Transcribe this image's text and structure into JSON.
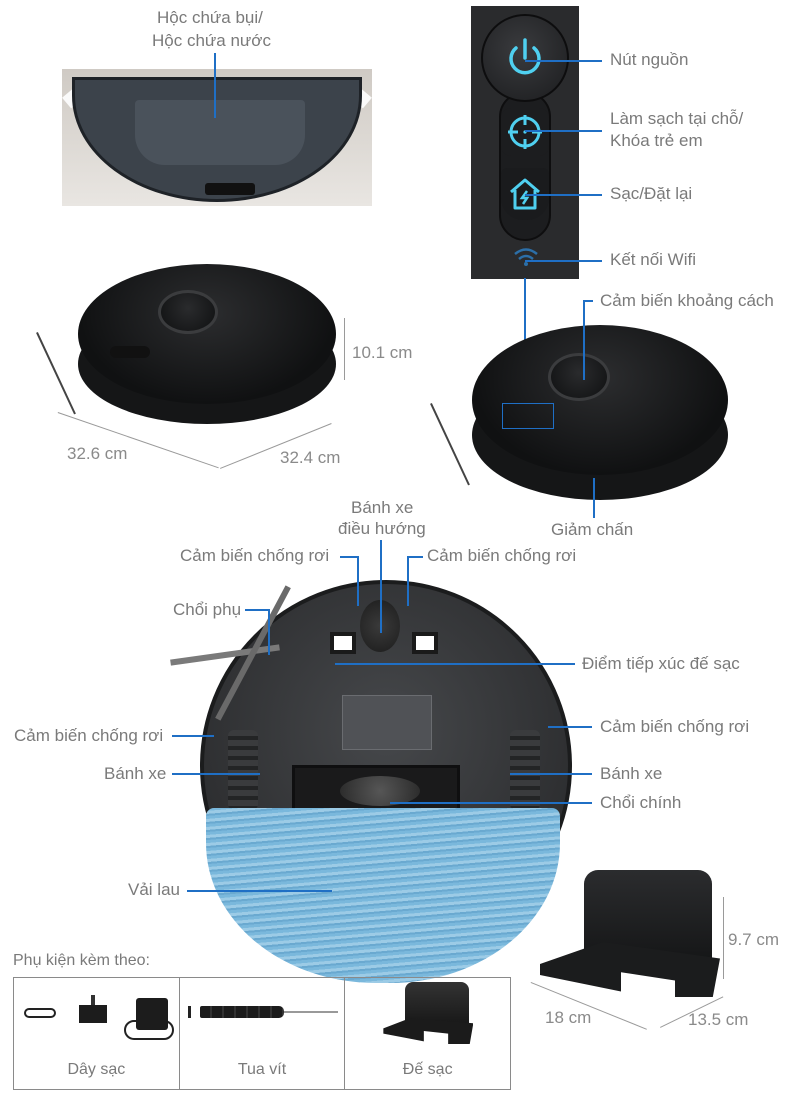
{
  "labels": {
    "dust_box": [
      "Hộc chứa bụi/",
      "Hộc chứa nước"
    ],
    "power_button": "Nút nguồn",
    "spot_clean": [
      "Làm sạch tại chỗ/",
      "Khóa trẻ em"
    ],
    "charge_reset": "Sạc/Đặt lại",
    "wifi": "Kết nối Wifi",
    "distance_sensor": "Cảm biến khoảng cách",
    "bumper": "Giảm chấn",
    "caster_wheel": [
      "Bánh xe",
      "điều hướng"
    ],
    "cliff_sensor_top_left": "Cảm biến chống rơi",
    "cliff_sensor_top_right": "Cảm biến chống rơi",
    "side_brush": "Chổi phụ",
    "charging_contacts": "Điểm tiếp xúc đế sạc",
    "cliff_sensor_left": "Cảm biến chống rơi",
    "cliff_sensor_right": "Cảm biến chống rơi",
    "wheel_left": "Bánh xe",
    "wheel_right": "Bánh xe",
    "main_brush": "Chổi chính",
    "mop_cloth": "Vải lau"
  },
  "dimensions": {
    "robot_height": "10.1 cm",
    "robot_length": "32.6 cm",
    "robot_width": "32.4 cm",
    "dock_height": "9.7 cm",
    "dock_length": "18 cm",
    "dock_width": "13.5 cm"
  },
  "accessories": {
    "title": "Phụ kiện kèm theo:",
    "items": [
      {
        "label": "Dây sạc",
        "icon": "charger-cable"
      },
      {
        "label": "Tua vít",
        "icon": "screwdriver"
      },
      {
        "label": "Đế sạc",
        "icon": "charging-dock"
      }
    ]
  },
  "colors": {
    "leader_line": "#1f6fc5",
    "label_text": "#7a7a7a",
    "button_glow": "#4fd0f0",
    "mop": "#8cc3e3"
  }
}
